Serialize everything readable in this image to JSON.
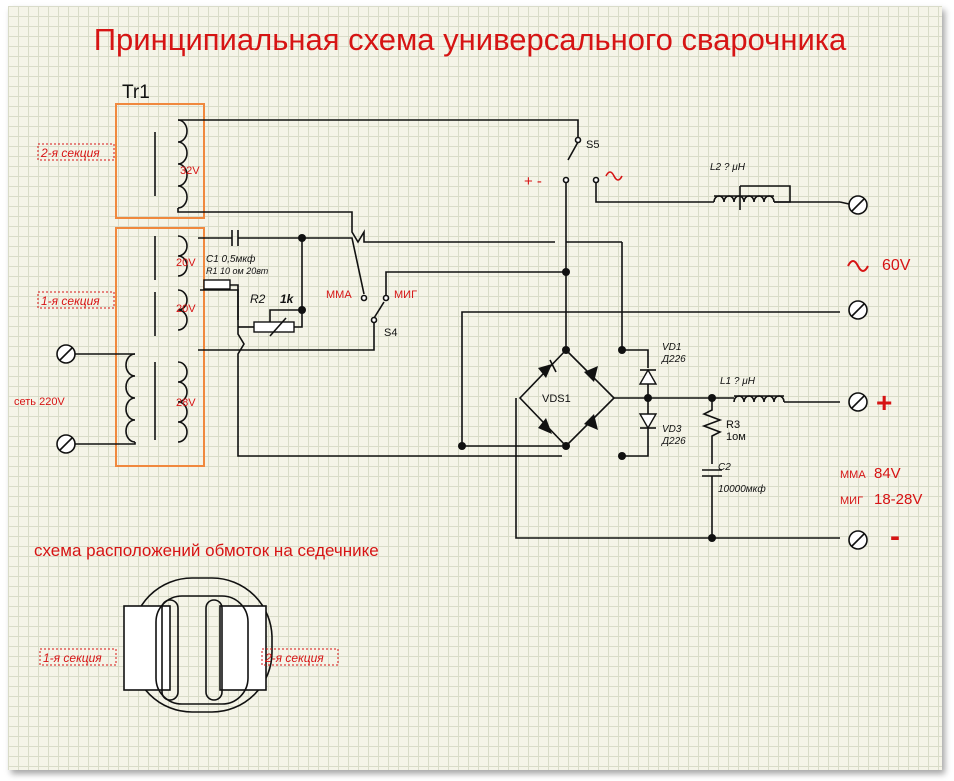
{
  "title": "Принципиальная схема универсального сварочника",
  "transformer": {
    "name": "Tr1"
  },
  "sections": {
    "second": "2-я секция",
    "first": "1-я секция"
  },
  "windings": {
    "w32": "32V",
    "w20a": "20V",
    "w20b": "20V",
    "w28": "28V"
  },
  "components": {
    "c1": "C1  0,5мкф",
    "r1": "R1 10 ом 20вт",
    "r2": "R2",
    "r2_value": "1k",
    "s4": "S4",
    "s5": "S5",
    "mma": "ММА",
    "mig": "МИГ",
    "vd1": "VD1",
    "vd1_type": "Д226",
    "vd3": "VD3",
    "vd3_type": "Д226",
    "vds1": "VDS1",
    "r3": "R3",
    "r3_value": "1ом",
    "c2": "C2",
    "c2_value": "10000мкф",
    "l1": "L1  ? μH",
    "l2": "L2  ? μH",
    "plus_minus": "+ -",
    "mains": "сеть 220V"
  },
  "outputs": {
    "ac_symbol": "~",
    "ac_label": "60V",
    "plus": "+",
    "minus": "-",
    "mma_label": "ММА",
    "mma_value": "84V",
    "mig_label": "МИГ",
    "mig_value": "18-28V"
  },
  "core_caption": "схема расположений обмоток на седечнике",
  "colors": {
    "accent_red": "#d61414",
    "grid": "#d9dcc8",
    "paper": "#f5f4e8",
    "section_box": "#f0883e"
  }
}
